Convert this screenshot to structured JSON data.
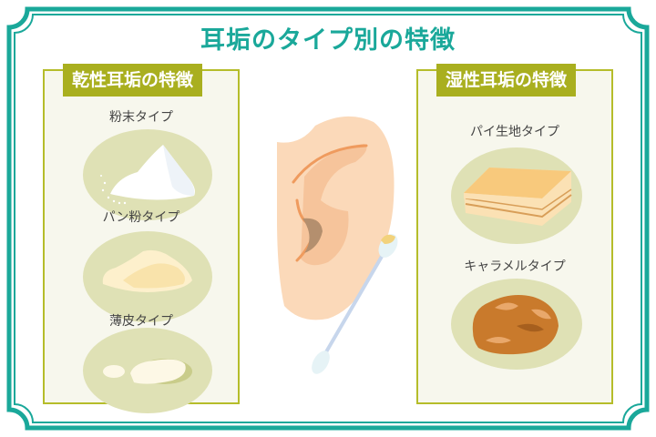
{
  "title": "耳垢のタイプ別の特徴",
  "colors": {
    "frame": "#1aa89a",
    "panel_border": "#b5bd2a",
    "panel_header": "#a9af1f",
    "panel_bg": "#f7f7ed",
    "plate": "#dfe1b5",
    "skin": "#fbd9b9"
  },
  "dry_panel": {
    "header": "乾性耳垢の特徴",
    "items": [
      {
        "label": "粉末タイプ",
        "icon": "powder-icon"
      },
      {
        "label": "パン粉タイプ",
        "icon": "breadcrumb-icon"
      },
      {
        "label": "薄皮タイプ",
        "icon": "thin-flake-icon"
      }
    ]
  },
  "wet_panel": {
    "header": "湿性耳垢の特徴",
    "items": [
      {
        "label": "パイ生地タイプ",
        "icon": "pie-crust-icon"
      },
      {
        "label": "キャラメルタイプ",
        "icon": "caramel-icon"
      }
    ]
  },
  "center": {
    "ear_icon": "ear-icon",
    "swab_icon": "cotton-swab-icon"
  }
}
